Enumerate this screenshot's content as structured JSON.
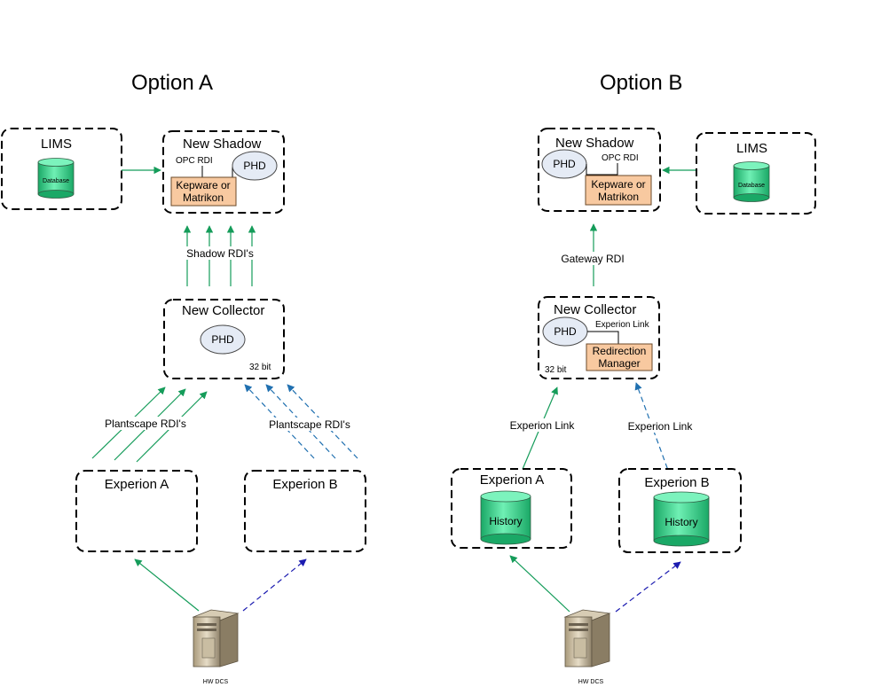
{
  "option_a": {
    "title": "Option A",
    "lims": {
      "title": "LIMS",
      "db_label": "Database"
    },
    "shadow": {
      "title": "New Shadow",
      "opc_label": "OPC RDI",
      "phd_label": "PHD",
      "kepware_line1": "Kepware or",
      "kepware_line2": "Matrikon"
    },
    "shadow_rdi_label": "Shadow RDI's",
    "collector": {
      "title": "New Collector",
      "phd_label": "PHD",
      "bit_label": "32 bit"
    },
    "plantscape_left": "Plantscape RDI's",
    "plantscape_right": "Plantscape RDI's",
    "experion_a": {
      "title": "Experion A"
    },
    "experion_b": {
      "title": "Experion B"
    },
    "dcs_label": "HW DCS"
  },
  "option_b": {
    "title": "Option B",
    "lims": {
      "title": "LIMS",
      "db_label": "Database"
    },
    "shadow": {
      "title": "New Shadow",
      "opc_label": "OPC RDI",
      "phd_label": "PHD",
      "kepware_line1": "Kepware or",
      "kepware_line2": "Matrikon"
    },
    "gateway_label": "Gateway RDI",
    "collector": {
      "title": "New Collector",
      "phd_label": "PHD",
      "link_label": "Experion Link",
      "redir_line1": "Redirection",
      "redir_line2": "Manager",
      "bit_label": "32 bit"
    },
    "link_left": "Experion Link",
    "link_right": "Experion Link",
    "experion_a": {
      "title": "Experion A",
      "history_label": "History"
    },
    "experion_b": {
      "title": "Experion B",
      "history_label": "History"
    },
    "dcs_label": "HW DCS"
  },
  "colors": {
    "green_arrow": "#159c5a",
    "blue_dash_arrow": "#2070b0",
    "navy_dash_arrow": "#1b1bb0",
    "kepware_fill": "#f8c9a0",
    "cylinder_green": "#2ed38a"
  }
}
